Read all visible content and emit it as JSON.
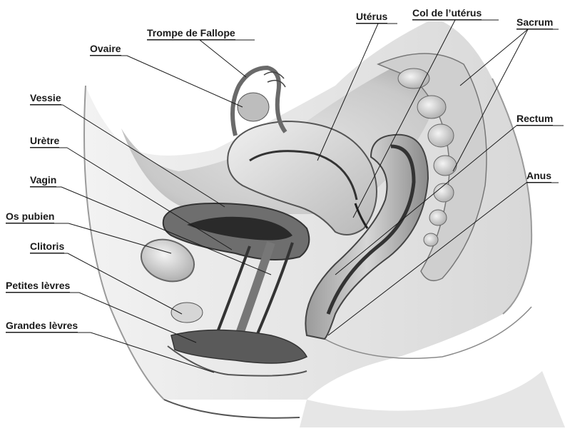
{
  "labels": {
    "trompe": "Trompe de Fallope",
    "ovaire": "Ovaire",
    "vessie": "Vessie",
    "uretre": "Urètre",
    "vagin": "Vagin",
    "os_pubien": "Os pubien",
    "clitoris": "Clitoris",
    "petites_levres": "Petites lèvres",
    "grandes_levres": "Grandes lèvres",
    "uterus": "Utérus",
    "col": "Col de l’utérus",
    "sacrum": "Sacrum",
    "rectum": "Rectum",
    "anus": "Anus"
  },
  "colors": {
    "background": "#ffffff",
    "tissue_light": "#e6e6e6",
    "tissue_mid": "#b5b5b5",
    "tissue_dark": "#5a5a5a",
    "cavity": "#2a2a2a",
    "leader_line": "#1a1a1a"
  }
}
